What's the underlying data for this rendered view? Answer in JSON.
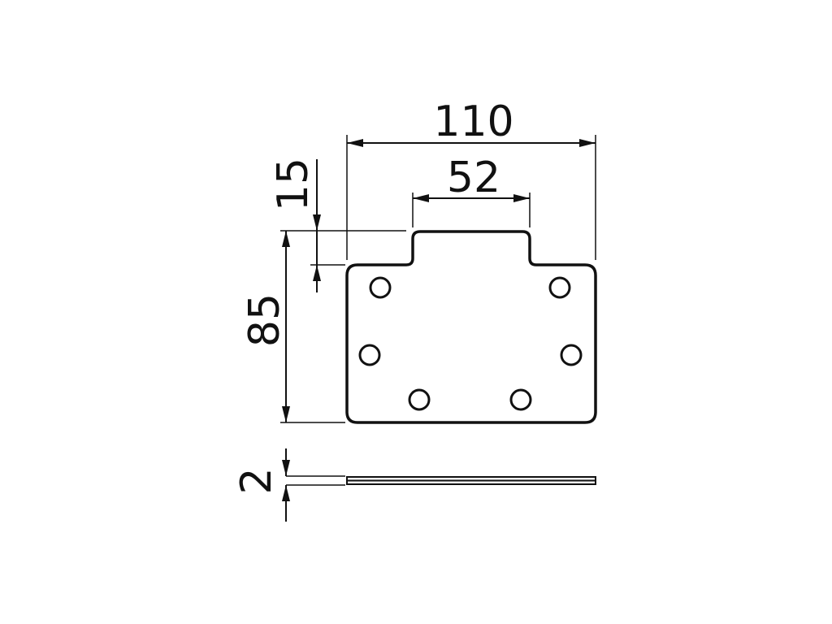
{
  "drawing": {
    "dimensions": {
      "overall_width": "110",
      "tab_width": "52",
      "tab_height": "15",
      "plate_height": "85",
      "thickness": "2"
    },
    "holes": {
      "count": 6
    },
    "colors": {
      "line": "#111111",
      "background": "#ffffff"
    }
  }
}
